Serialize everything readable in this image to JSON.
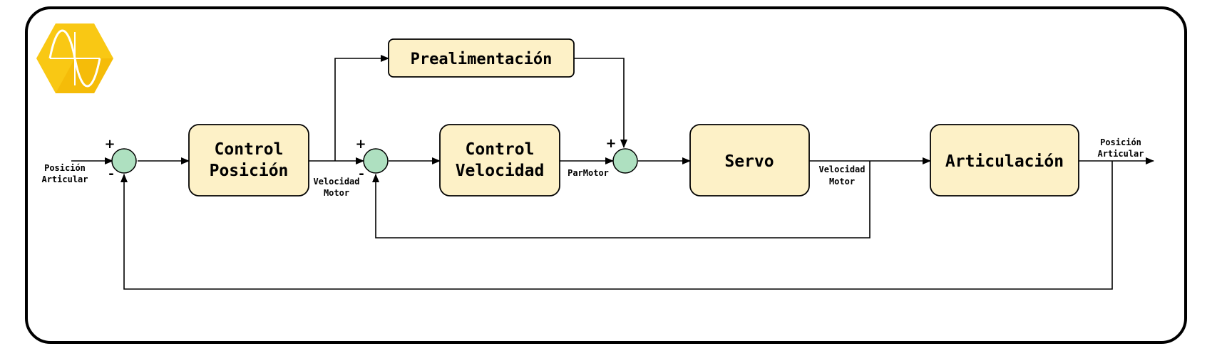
{
  "colors": {
    "block_fill": "#fdf1c7",
    "sum_fill": "#aee0c0",
    "line": "#000000",
    "logo_yellow": "#f9c814",
    "logo_dark": "#f2b300"
  },
  "logo": {
    "icon": "sine-wave-hexagon-logo"
  },
  "blocks": {
    "feedforward": "Prealimentación",
    "position_control_line1": "Control",
    "position_control_line2": "Posición",
    "velocity_control_line1": "Control",
    "velocity_control_line2": "Velocidad",
    "servo": "Servo",
    "joint": "Articulación"
  },
  "signals": {
    "input_line1": "Posición",
    "input_line2": "Articular",
    "vel_motor_1_line1": "Velocidad",
    "vel_motor_1_line2": "Motor",
    "par_motor": "ParMotor",
    "vel_motor_2_line1": "Velocidad",
    "vel_motor_2_line2": "Motor",
    "output_line1": "Posición",
    "output_line2": "Articular"
  },
  "signs": {
    "sum1_plus": "+",
    "sum1_minus": "-",
    "sum2_plus": "+",
    "sum2_minus": "-",
    "sum3_plus": "+"
  }
}
